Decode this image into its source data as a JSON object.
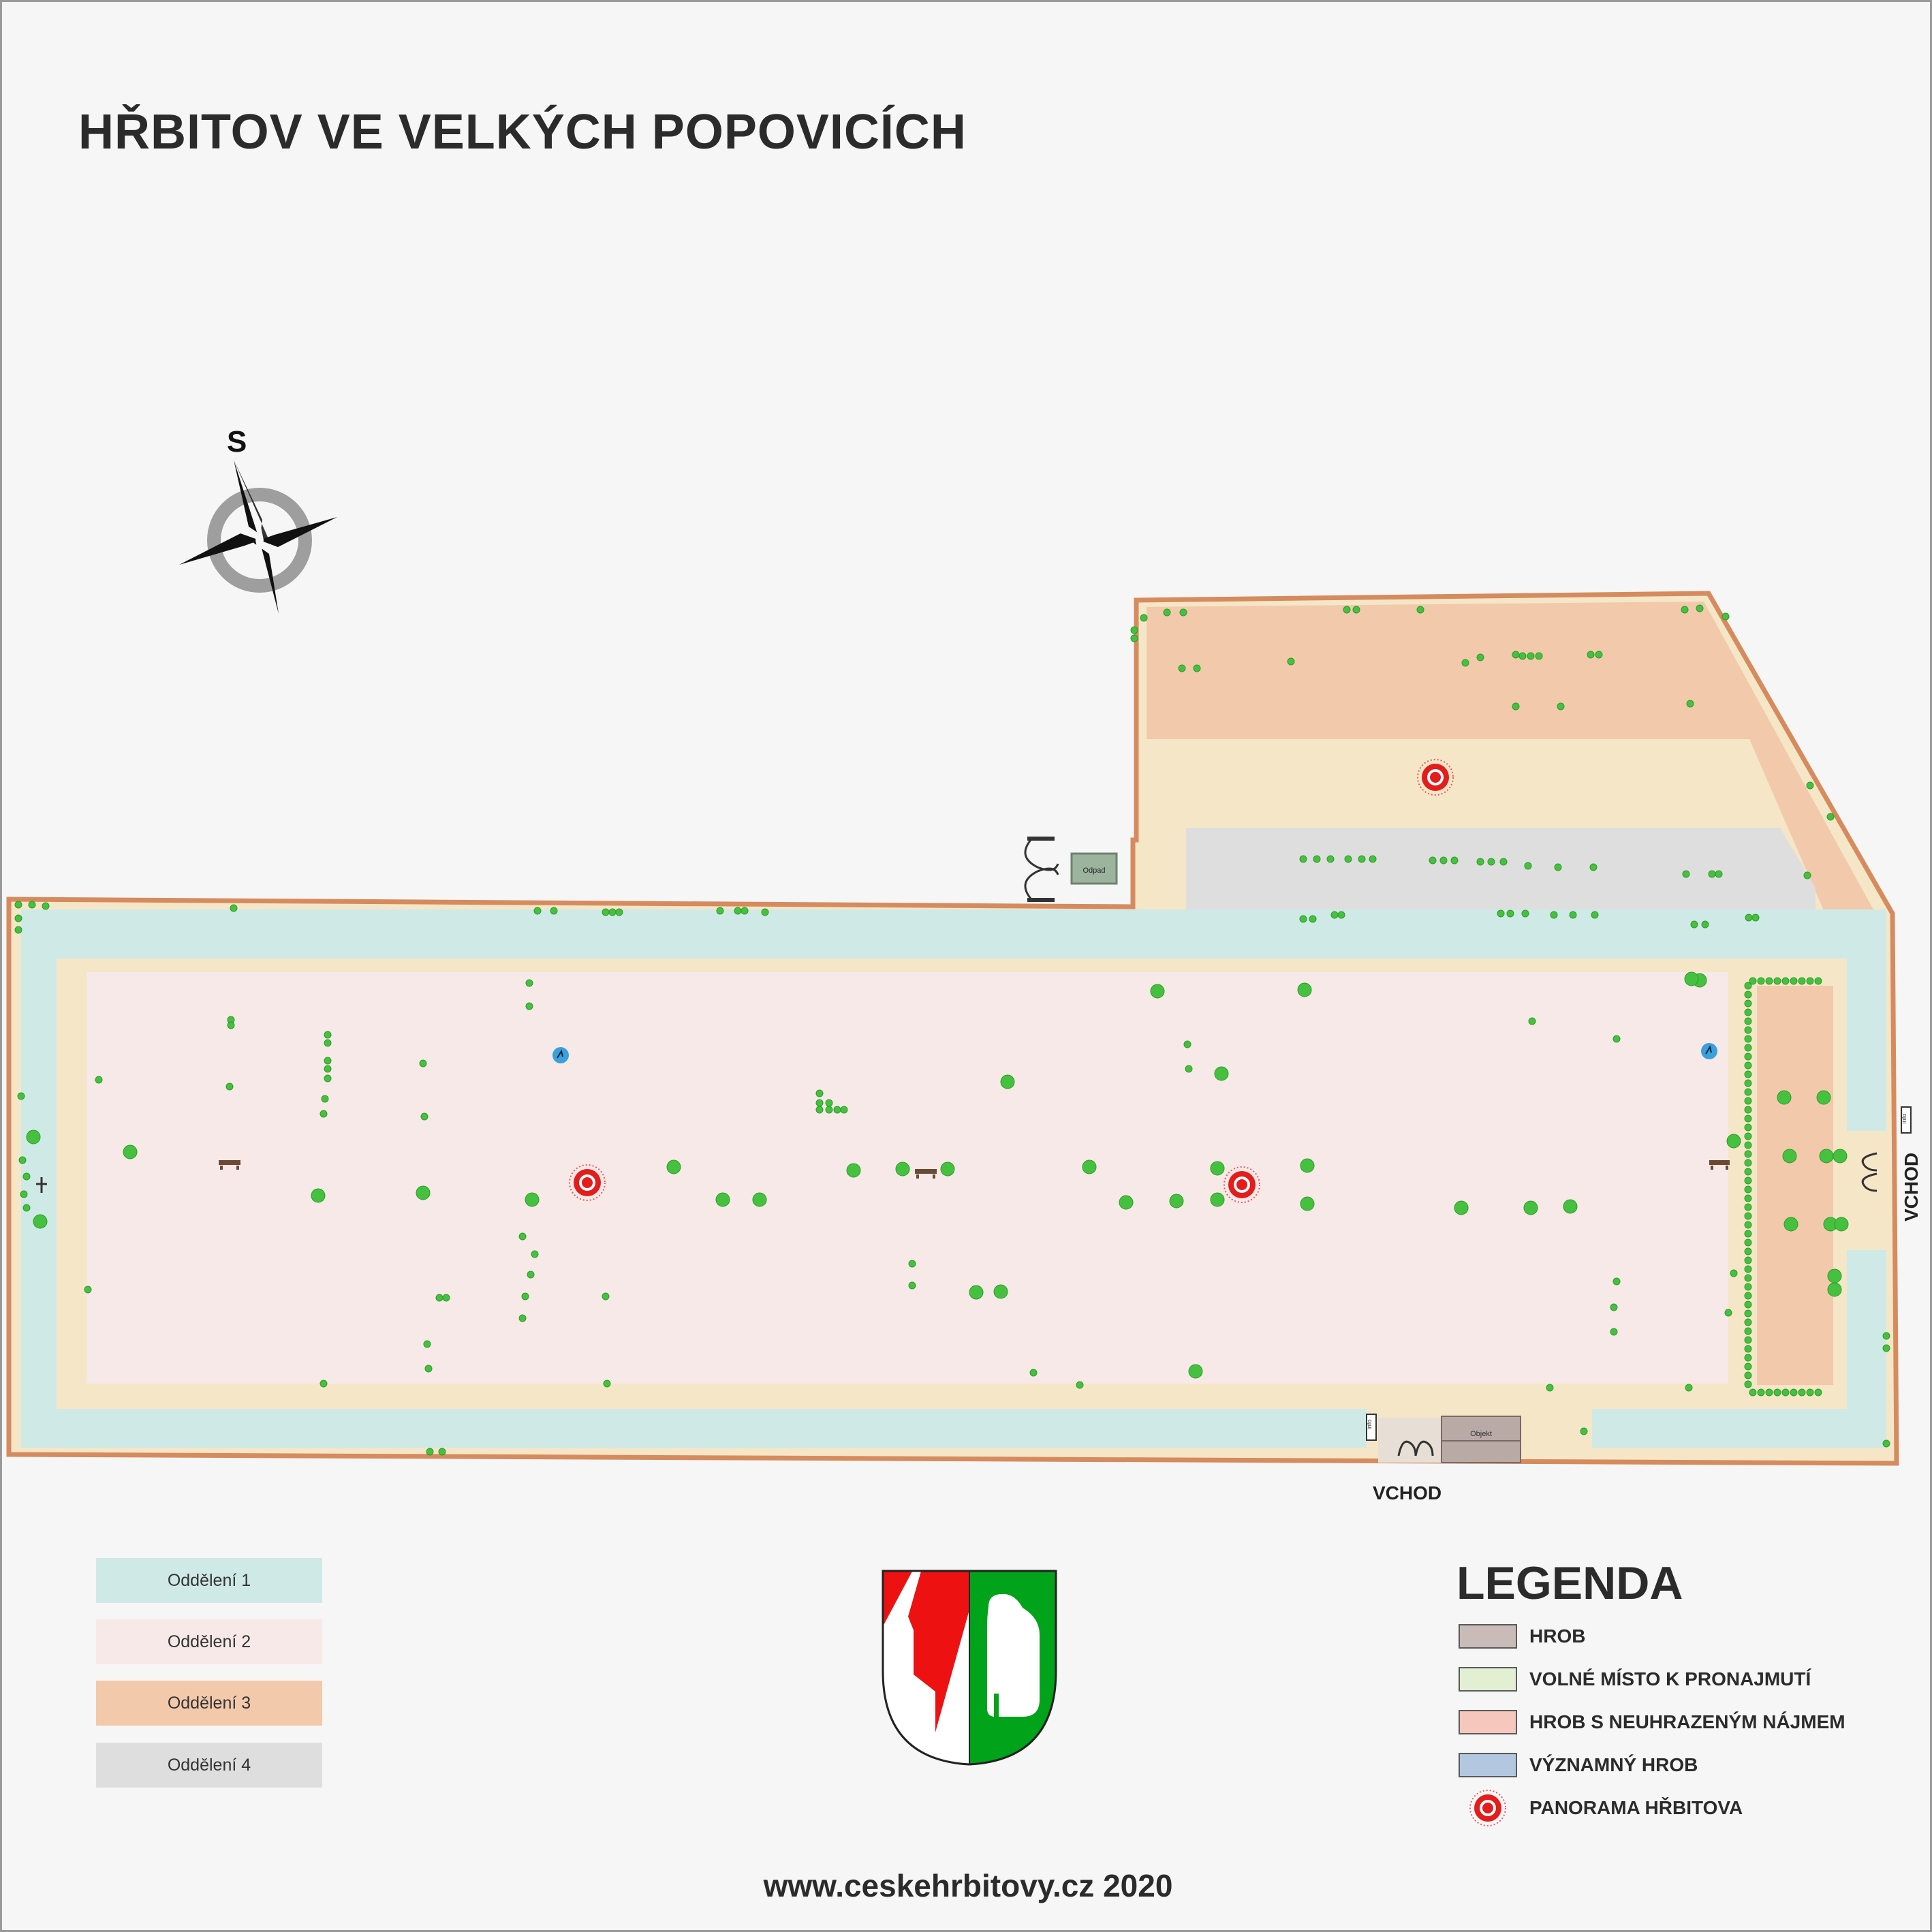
{
  "title": "HŘBITOV VE VELKÝCH POPOVICÍCH",
  "compass": {
    "label": "S"
  },
  "map": {
    "building_odpad": "Odpad",
    "building_objekt": "Objekt",
    "info_label": "info",
    "entrance_bottom": "VCHOD",
    "entrance_right": "VCHOD"
  },
  "sections": [
    {
      "label": "Oddělení 1",
      "color": "#cfe9e6"
    },
    {
      "label": "Oddělení 2",
      "color": "#f6e9e7"
    },
    {
      "label": "Oddělení 3",
      "color": "#f2c9ab"
    },
    {
      "label": "Oddělení 4",
      "color": "#dedede"
    }
  ],
  "legend": {
    "title": "LEGENDA",
    "items": [
      {
        "label": "HROB",
        "color": "#c9bbb8"
      },
      {
        "label": "VOLNÉ MÍSTO K PRONAJMUTÍ",
        "color": "#e3efd3"
      },
      {
        "label": "HROB S NEUHRAZENÝM NÁJMEM",
        "color": "#f6c7bd"
      },
      {
        "label": "VÝZNAMNÝ HROB",
        "color": "#b3c8e0"
      },
      {
        "label": "PANORAMA HŘBITOVA",
        "icon": "panorama-icon"
      }
    ]
  },
  "colors": {
    "wall": "#d68b5e",
    "path": "#f5e6c8",
    "tree": "#45c13f",
    "panorama": "#e41c1c"
  },
  "footer": "www.ceskehrbitovy.cz 2020"
}
